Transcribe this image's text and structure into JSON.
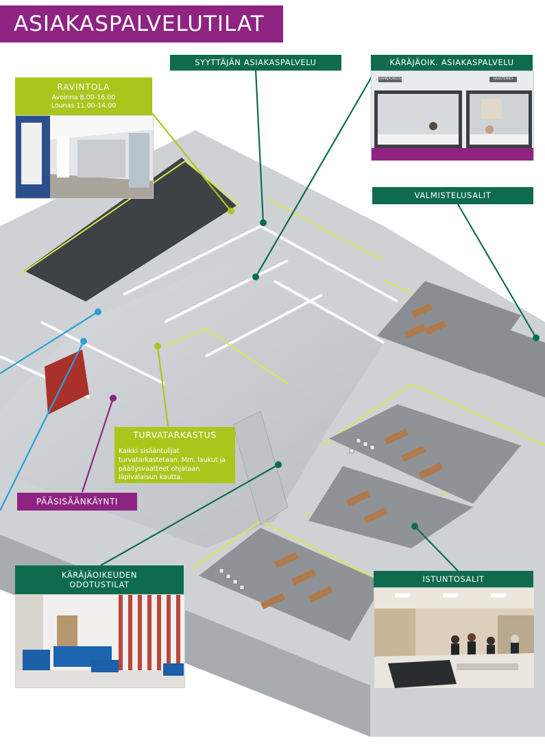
{
  "title": "ASIAKASPALVELUTILAT",
  "labels": {
    "ravintola": "RAVINTOLA",
    "ravintola_hours": "Avoinna 8.00-16.00",
    "ravintola_lunch": "Lounas 11.00-14.00",
    "syyttajan": "SYYTTÄJÄN ASIAKASPALVELU",
    "karajaoik_asiakas": "KÄRÄJÄOIK. ASIAKASPALVELU",
    "valmistelusalit": "VALMISTELUSALIT",
    "turvatarkastus": "TURVATARKASTUS",
    "turvatarkastus_text": "Kaikki sisääntulijat turvatarkastetaan. Mm. laukut ja päällysvaatteet ohjataan läpivalaisun kautta.",
    "paasisaankaynti": "PÄÄSISÄÄNKÄYNTI",
    "odotustilat_line1": "KÄRÄJÄOIKEUDEN",
    "odotustilat_line2": "ODOTUSTILAT",
    "istuntosalit": "ISTUNTOSALIT"
  },
  "photo_signs": {
    "sign_left": "KÄRÄJÄOIKEUS",
    "sign_right": "HAASTEMIES"
  },
  "colors": {
    "purple": "#8e2382",
    "green": "#0f6b4e",
    "lime": "#a9c61d",
    "blue": "#2a9fd8"
  }
}
